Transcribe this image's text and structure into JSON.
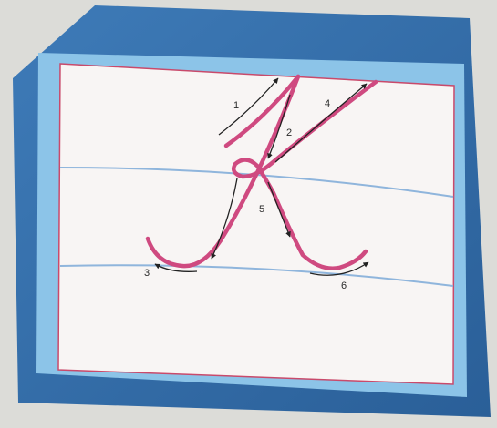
{
  "stroke_labels": [
    "1",
    "2",
    "3",
    "4",
    "5",
    "6"
  ],
  "colors": {
    "page_background": "#dcdcd8",
    "frame_dark": "#2f6aa6",
    "frame_light": "#8cc4e8",
    "board_surface": "#f8f5f4",
    "board_border": "#c94a6b",
    "ruled_line": "#8fb5dc",
    "letter_stroke": "#cf4a80",
    "arrow_stroke": "#222222"
  },
  "icons": [
    "arrow-icon"
  ]
}
